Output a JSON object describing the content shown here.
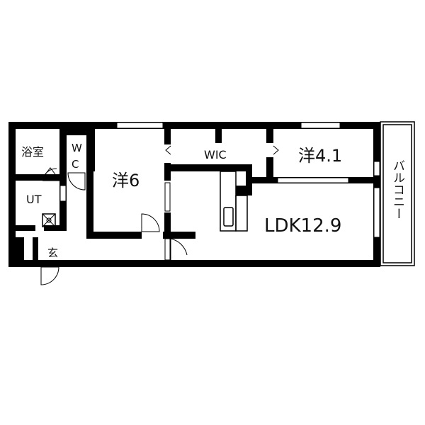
{
  "rooms": {
    "bath": "浴室",
    "wc_top": "W",
    "wc_bottom": "C",
    "ut": "UT",
    "western_6": "洋6",
    "wic": "WIC",
    "western_4_1": "洋4.1",
    "ldk": "LDK12.9",
    "balcony": "バルコニー",
    "entrance": "玄"
  },
  "colors": {
    "wall": "#000000",
    "background": "#ffffff"
  }
}
